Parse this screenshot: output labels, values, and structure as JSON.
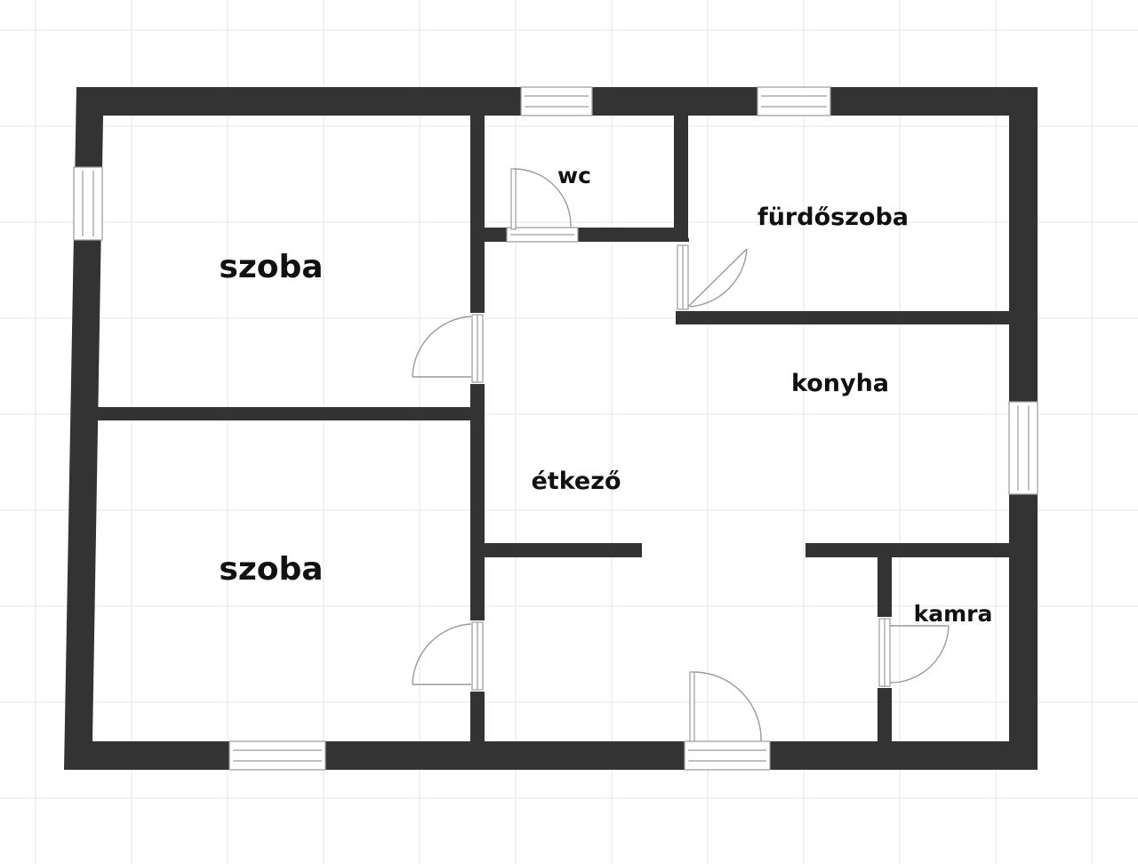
{
  "rooms": {
    "szoba_top": "szoba",
    "szoba_bottom": "szoba",
    "wc": "wc",
    "furdoszoba": "fürdőszoba",
    "konyha": "konyha",
    "etkezo": "étkező",
    "kamra": "kamra"
  },
  "colors": {
    "wall": "#333333",
    "background": "#ffffff",
    "grid": "#e6e6e6",
    "fixture_stroke": "#9a9a9a"
  }
}
